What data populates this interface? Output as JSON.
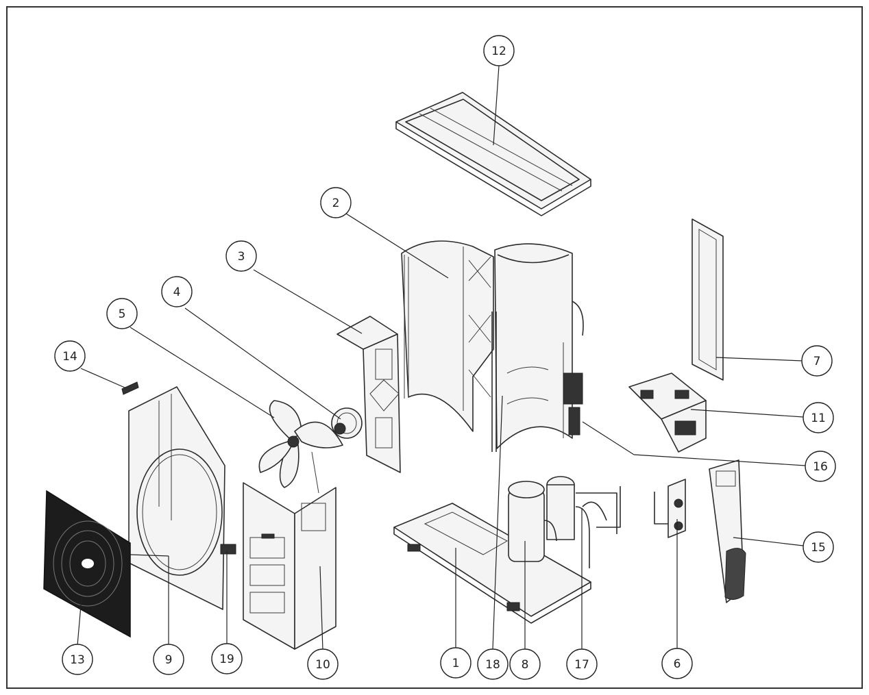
{
  "callouts": [
    {
      "id": "c12",
      "label": "12"
    },
    {
      "id": "c2",
      "label": "2"
    },
    {
      "id": "c3",
      "label": "3"
    },
    {
      "id": "c4",
      "label": "4"
    },
    {
      "id": "c5",
      "label": "5"
    },
    {
      "id": "c14",
      "label": "14"
    },
    {
      "id": "c7",
      "label": "7"
    },
    {
      "id": "c11",
      "label": "11"
    },
    {
      "id": "c16",
      "label": "16"
    },
    {
      "id": "c15",
      "label": "15"
    },
    {
      "id": "c13",
      "label": "13"
    },
    {
      "id": "c9",
      "label": "9"
    },
    {
      "id": "c19",
      "label": "19"
    },
    {
      "id": "c10",
      "label": "10"
    },
    {
      "id": "c1",
      "label": "1"
    },
    {
      "id": "c18",
      "label": "18"
    },
    {
      "id": "c8",
      "label": "8"
    },
    {
      "id": "c17",
      "label": "17"
    },
    {
      "id": "c6",
      "label": "6"
    }
  ]
}
